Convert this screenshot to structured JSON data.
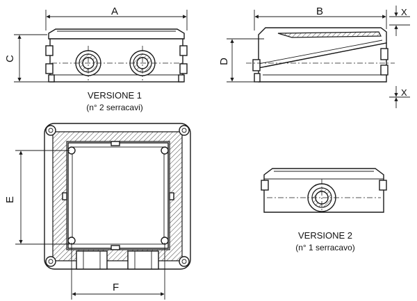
{
  "labels": {
    "dim_a": "A",
    "dim_b": "B",
    "dim_c": "C",
    "dim_d": "D",
    "dim_e": "E",
    "dim_f": "F",
    "dim_x_top": "X",
    "dim_x_bottom": "X"
  },
  "captions": {
    "version1_title": "VERSIONE 1",
    "version1_subtitle": "(n° 2 serracavi)",
    "version2_title": "VERSIONE 2",
    "version2_subtitle": "(n° 1 serracavo)"
  }
}
